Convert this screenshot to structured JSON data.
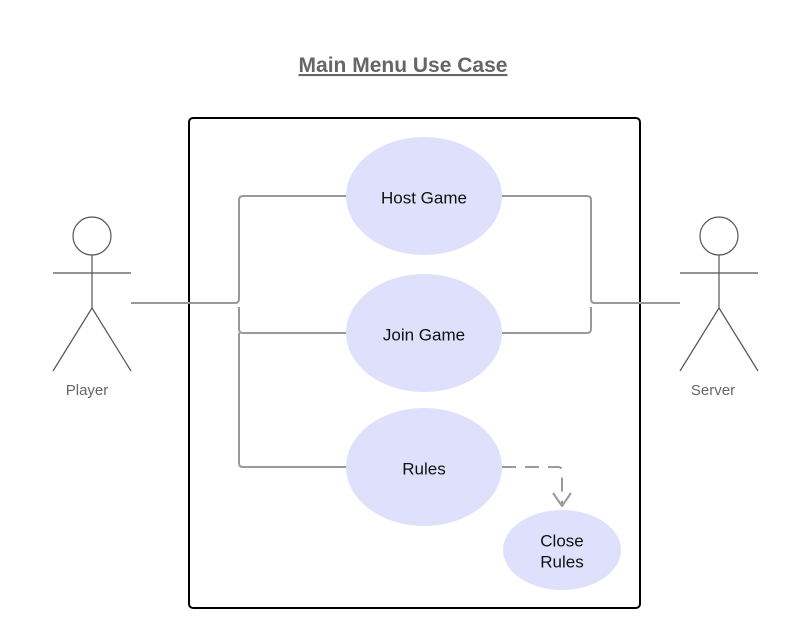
{
  "title": "Main Menu Use Case",
  "actors": {
    "player": "Player",
    "server": "Server"
  },
  "use_cases": {
    "host_game": "Host Game",
    "join_game": "Join Game",
    "rules": "Rules",
    "close_rules": [
      "Close",
      "Rules"
    ]
  },
  "colors": {
    "use_case_fill": "#dfe0fb",
    "connector": "#999999",
    "boundary": "#000000"
  }
}
